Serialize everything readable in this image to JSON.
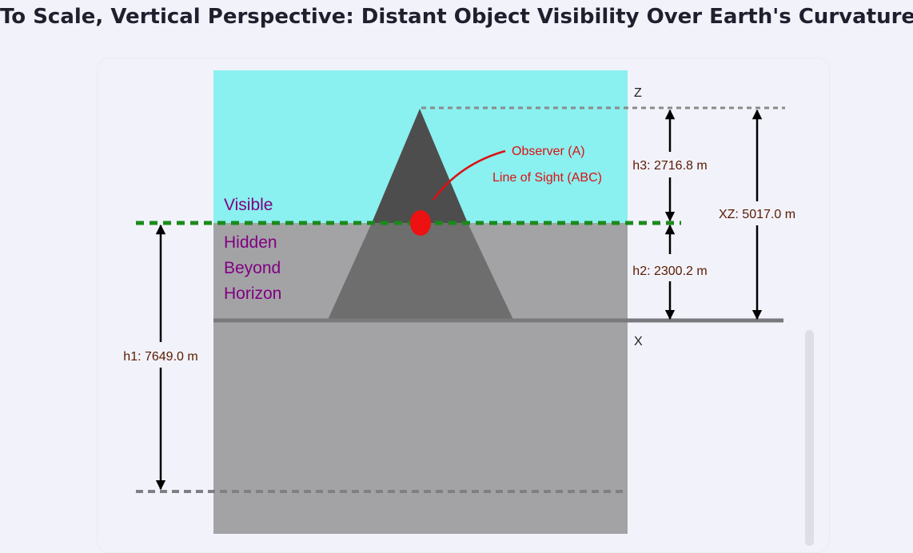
{
  "page": {
    "title": "To Scale, Vertical Perspective: Distant Object Visibility Over Earth's Curvature"
  },
  "diagram": {
    "regions": {
      "visible_label": "Visible",
      "hidden_label_lines": [
        "Hidden",
        "Beyond",
        "Horizon"
      ]
    },
    "points": {
      "z_label": "Z",
      "x_label": "X"
    },
    "annotations": {
      "observer": "Observer (A)",
      "line_of_sight": "Line of Sight (ABC)"
    },
    "measurements": {
      "h1": "h1: 7649.0 m",
      "h2": "h2: 2300.2 m",
      "h3": "h3: 2716.8 m",
      "xz": "XZ: 5017.0 m"
    },
    "colors": {
      "sky": "#8af0f0",
      "hidden_region": "#a3a3a6",
      "mountain_visible": "#4d4d4d",
      "mountain_hidden": "#6e6e6e",
      "line_of_sight": "#1a8a1a",
      "observer": "#ee1111",
      "annotation_text": "#dd1111",
      "region_label": "#800080",
      "dimension_text": "#5a1a00"
    }
  }
}
